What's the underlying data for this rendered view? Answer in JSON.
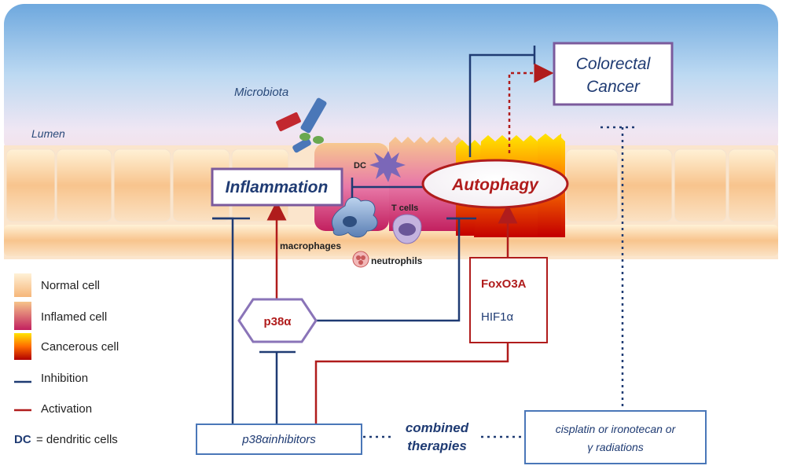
{
  "labels": {
    "lumen": "Lumen",
    "microbiota": "Microbiota",
    "dc_cell": "DC",
    "t_cells": "T cells",
    "macrophages": "macrophages",
    "neutrophils": "neutrophils"
  },
  "boxes": {
    "colorectal_line1": "Colorectal",
    "colorectal_line2": "Cancer",
    "inflammation": "Inflammation",
    "autophagy": "Autophagy",
    "p38a": "p38α",
    "foxo3a": "FoxO3A",
    "hif1a": "HIF1α",
    "p38a_inhibitors": "p38αinhibitors",
    "combined_line1": "combined",
    "combined_line2": "therapies",
    "chemo_line1": "cisplatin or ironotecan or",
    "chemo_line2": "γ radiations"
  },
  "legend": {
    "normal_cell": "Normal cell",
    "inflamed_cell": "Inflamed cell",
    "cancerous_cell": "Cancerous cell",
    "inhibition": "Inhibition",
    "activation": "Activation",
    "dc_abbr": "DC",
    "dc_def": "= dendritic cells"
  },
  "colors": {
    "inhibition": "#1f3b73",
    "activation": "#b01c1c",
    "box_border": "#7b5a9c",
    "lumen_top": "#7fb6e6"
  }
}
